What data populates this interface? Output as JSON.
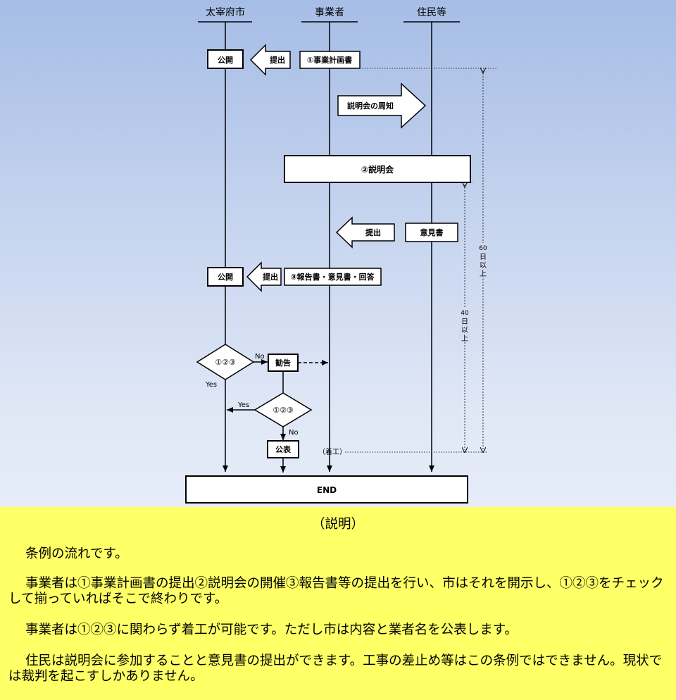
{
  "lanes": {
    "city": "太宰府市",
    "business": "事業者",
    "residents": "住民等"
  },
  "nodes": {
    "kokai1": "公開",
    "teishutsu1": "提出",
    "plan": "①事業計画書",
    "notice": "説明会の周知",
    "meeting": "②説明会",
    "teishutsu2": "提出",
    "opinion": "意見書",
    "kokai2": "公開",
    "teishutsu3": "提出",
    "report": "③報告書・意見書・回答",
    "check1": "①②③",
    "no1": "No",
    "yes1": "Yes",
    "advice": "勧告",
    "yes2": "Yes",
    "check2": "①②③",
    "no2": "No",
    "publish": "公表",
    "start": "（着工）",
    "end": "END"
  },
  "durations": {
    "d60_num": "60",
    "d60_a": "日",
    "d60_b": "以",
    "d60_c": "上",
    "d40_num": "40",
    "d40_a": "日",
    "d40_b": "以",
    "d40_c": "上"
  },
  "explanation": {
    "heading": "（説明）",
    "p1": "条例の流れです。",
    "p2": "事業者は①事業計画書の提出②説明会の開催③報告書等の提出を行い、市はそれを開示し、①②③をチェックして揃っていればそこで終わりです。",
    "p3": "事業者は①②③に関わらず着工が可能です。ただし市は内容と業者名を公表します。",
    "p4": "住民は説明会に参加することと意見書の提出ができます。工事の差止め等はこの条例ではできません。現状では裁判を起こすしかありません。"
  }
}
